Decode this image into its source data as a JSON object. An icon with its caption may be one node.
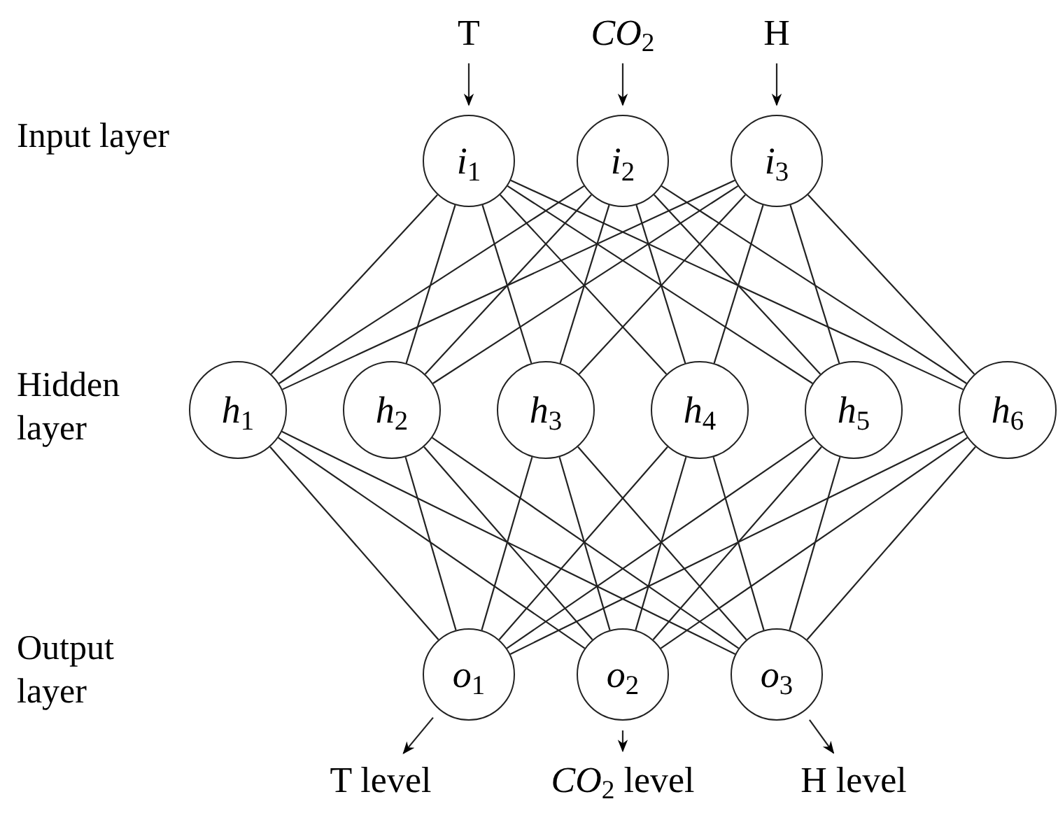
{
  "diagram": {
    "nodes": [
      {
        "text": [
          "T"
        ]
      },
      {
        "text": [
          "*CO*$_{2}$"
        ]
      },
      {
        "text": [
          "H"
        ]
      },
      {
        "text": [
          "*i*$_{1}$"
        ]
      },
      {
        "text": [
          "*i*$_{2}$"
        ]
      },
      {
        "text": [
          "*i*$_{3}$"
        ]
      },
      {
        "text": [
          "*h*$_{1}$"
        ]
      },
      {
        "text": [
          "*h*$_{2}$"
        ]
      },
      {
        "text": [
          "*h*$_{3}$"
        ]
      },
      {
        "text": [
          "*h*$_{4}$"
        ]
      },
      {
        "text": [
          "*h*$_{5}$"
        ]
      },
      {
        "text": [
          "*h*$_{6}$"
        ]
      },
      {
        "text": [
          "*o*$_{1}$"
        ]
      },
      {
        "text": [
          "*o*$_{2}$"
        ]
      },
      {
        "text": [
          "*o*$_{3}$"
        ]
      },
      {
        "text": [
          "T level"
        ]
      },
      {
        "text": [
          "*CO*$_{2}$ level"
        ]
      },
      {
        "text": [
          "H level"
        ]
      }
    ],
    "edges": [
      {
        "from": 0,
        "to": 3,
        "arrow": "to"
      },
      {
        "from": 1,
        "to": 4,
        "arrow": "to"
      },
      {
        "from": 2,
        "to": 5,
        "arrow": "to"
      },
      {
        "from": 3,
        "to": 6,
        "arrow": "none"
      },
      {
        "from": 3,
        "to": 7,
        "arrow": "none"
      },
      {
        "from": 3,
        "to": 8,
        "arrow": "none"
      },
      {
        "from": 3,
        "to": 9,
        "arrow": "none"
      },
      {
        "from": 3,
        "to": 10,
        "arrow": "none"
      },
      {
        "from": 3,
        "to": 11,
        "arrow": "none"
      },
      {
        "from": 4,
        "to": 6,
        "arrow": "none"
      },
      {
        "from": 4,
        "to": 7,
        "arrow": "none"
      },
      {
        "from": 4,
        "to": 8,
        "arrow": "none"
      },
      {
        "from": 4,
        "to": 9,
        "arrow": "none"
      },
      {
        "from": 4,
        "to": 10,
        "arrow": "none"
      },
      {
        "from": 4,
        "to": 11,
        "arrow": "none"
      },
      {
        "from": 5,
        "to": 6,
        "arrow": "none"
      },
      {
        "from": 5,
        "to": 7,
        "arrow": "none"
      },
      {
        "from": 5,
        "to": 8,
        "arrow": "none"
      },
      {
        "from": 5,
        "to": 9,
        "arrow": "none"
      },
      {
        "from": 5,
        "to": 10,
        "arrow": "none"
      },
      {
        "from": 5,
        "to": 11,
        "arrow": "none"
      },
      {
        "from": 6,
        "to": 12,
        "arrow": "none"
      },
      {
        "from": 6,
        "to": 13,
        "arrow": "none"
      },
      {
        "from": 6,
        "to": 14,
        "arrow": "none"
      },
      {
        "from": 7,
        "to": 12,
        "arrow": "none"
      },
      {
        "from": 7,
        "to": 13,
        "arrow": "none"
      },
      {
        "from": 7,
        "to": 14,
        "arrow": "none"
      },
      {
        "from": 8,
        "to": 12,
        "arrow": "none"
      },
      {
        "from": 8,
        "to": 13,
        "arrow": "none"
      },
      {
        "from": 8,
        "to": 14,
        "arrow": "none"
      },
      {
        "from": 9,
        "to": 12,
        "arrow": "none"
      },
      {
        "from": 9,
        "to": 13,
        "arrow": "none"
      },
      {
        "from": 9,
        "to": 14,
        "arrow": "none"
      },
      {
        "from": 10,
        "to": 12,
        "arrow": "none"
      },
      {
        "from": 10,
        "to": 13,
        "arrow": "none"
      },
      {
        "from": 10,
        "to": 14,
        "arrow": "none"
      },
      {
        "from": 11,
        "to": 12,
        "arrow": "none"
      },
      {
        "from": 11,
        "to": 13,
        "arrow": "none"
      },
      {
        "from": 11,
        "to": 14,
        "arrow": "none"
      },
      {
        "from": 12,
        "to": 15,
        "arrow": "to"
      },
      {
        "from": 13,
        "to": 16,
        "arrow": "to"
      },
      {
        "from": 14,
        "to": 17,
        "arrow": "to"
      }
    ],
    "labels": [
      "Input layer",
      "Hidden layer",
      "Output layer"
    ]
  }
}
